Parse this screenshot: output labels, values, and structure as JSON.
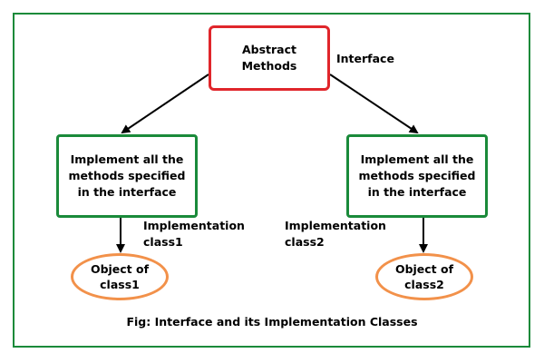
{
  "diagram": {
    "top_box": "Abstract\nMethods",
    "interface_label": "Interface",
    "left_box": "Implement all the\nmethods specified\nin the interface",
    "right_box": "Implement all the\nmethods specified\nin the interface",
    "impl1_label": "Implementation\nclass1",
    "impl2_label": "Implementation\nclass2",
    "left_object": "Object of\nclass1",
    "right_object": "Object of\nclass2",
    "caption": "Fig: Interface and its Implementation Classes"
  },
  "colors": {
    "frame": "#1a8a3a",
    "top_box_border": "#e0262b",
    "impl_box_border": "#1a8a3a",
    "object_border": "#f2914a"
  }
}
